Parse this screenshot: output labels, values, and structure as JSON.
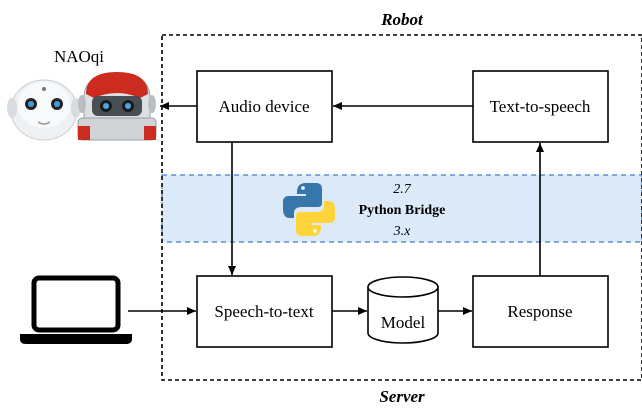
{
  "labels": {
    "robot": "Robot",
    "server": "Server",
    "naoqi": "NAOqi",
    "bridge_v1": "2.7",
    "bridge_title": "Python Bridge",
    "bridge_v2": "3.x"
  },
  "nodes": {
    "audio_device": "Audio device",
    "text_to_speech": "Text-to-speech",
    "speech_to_text": "Speech-to-text",
    "model": "Model",
    "response": "Response"
  },
  "icons": [
    "robot-pepper-icon",
    "robot-nao-icon",
    "python-logo-icon",
    "laptop-icon"
  ],
  "colors": {
    "bridge_fill": "#dce9f8",
    "bridge_border": "#1f5fbf",
    "python_blue": "#3776ab",
    "python_yellow": "#ffd43b",
    "nao_red": "#cc2b1f"
  }
}
